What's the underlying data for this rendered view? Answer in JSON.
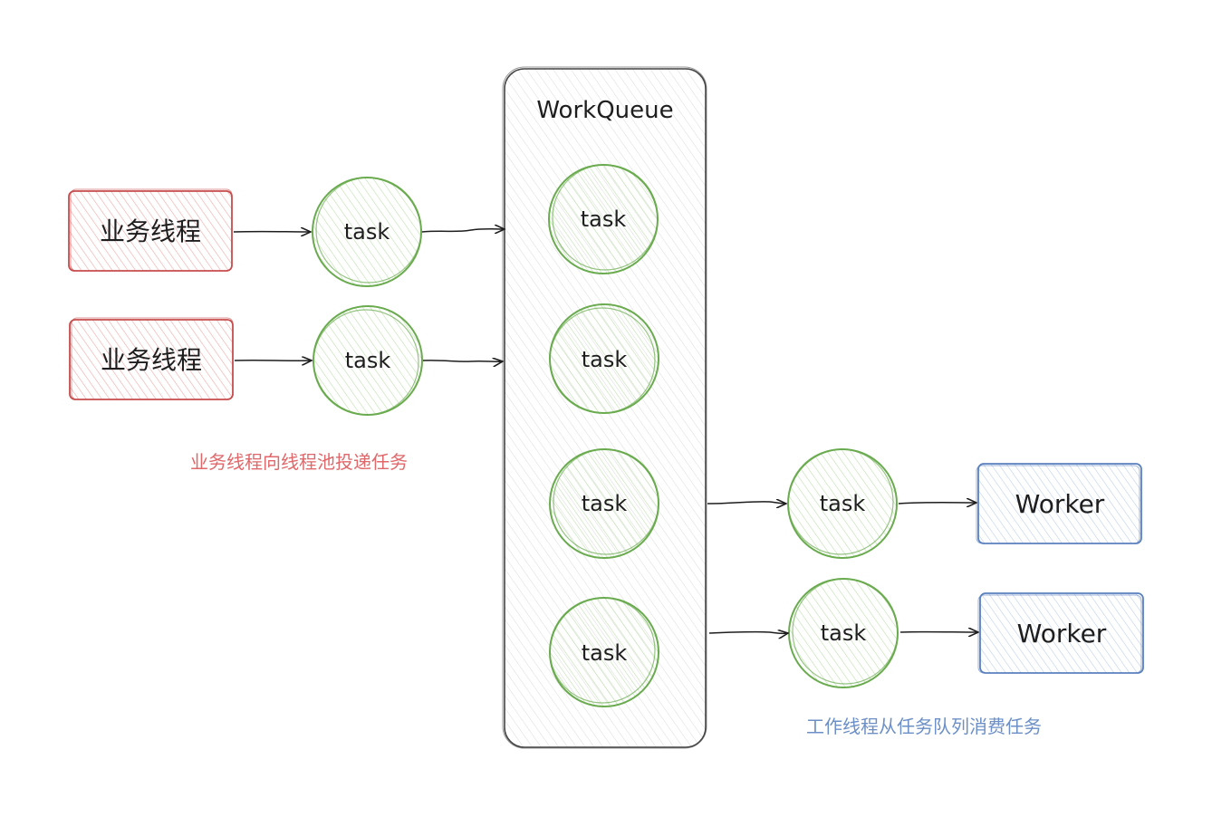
{
  "colors": {
    "producer_stroke": "#c74d4d",
    "producer_fill": "#ffc9c9",
    "task_stroke": "#6aab4f",
    "task_fill": "#c7e8b5",
    "queue_stroke": "#444444",
    "queue_fill": "#e4e4e4",
    "worker_stroke": "#5b80be",
    "worker_fill": "#cddaf2",
    "producer_note_color": "#e0676a",
    "worker_note_color": "#6b8fc6",
    "arrow": "#1e1e1e"
  },
  "producers": [
    {
      "label": "业务线程"
    },
    {
      "label": "业务线程"
    }
  ],
  "incoming_tasks": [
    {
      "label": "task"
    },
    {
      "label": "task"
    }
  ],
  "queue": {
    "title": "WorkQueue",
    "tasks": [
      {
        "label": "task"
      },
      {
        "label": "task"
      },
      {
        "label": "task"
      },
      {
        "label": "task"
      }
    ]
  },
  "outgoing_tasks": [
    {
      "label": "task"
    },
    {
      "label": "task"
    }
  ],
  "workers": [
    {
      "label": "Worker"
    },
    {
      "label": "Worker"
    }
  ],
  "notes": {
    "producer": "业务线程向线程池投递任务",
    "worker": "工作线程从任务队列消费任务"
  }
}
